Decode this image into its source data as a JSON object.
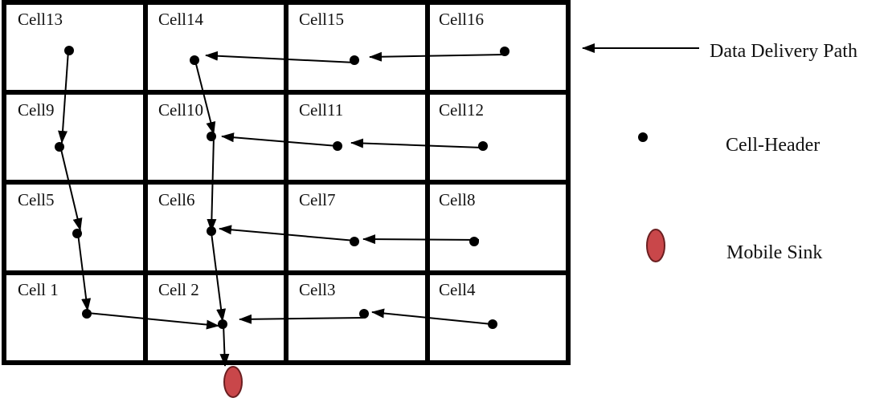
{
  "cells": [
    {
      "id": 13,
      "label": "Cell13"
    },
    {
      "id": 14,
      "label": "Cell14"
    },
    {
      "id": 15,
      "label": "Cell15"
    },
    {
      "id": 16,
      "label": "Cell16"
    },
    {
      "id": 9,
      "label": "Cell9"
    },
    {
      "id": 10,
      "label": "Cell10"
    },
    {
      "id": 11,
      "label": "Cell11"
    },
    {
      "id": 12,
      "label": "Cell12"
    },
    {
      "id": 5,
      "label": "Cell5"
    },
    {
      "id": 6,
      "label": "Cell6"
    },
    {
      "id": 7,
      "label": "Cell7"
    },
    {
      "id": 8,
      "label": "Cell8"
    },
    {
      "id": 1,
      "label": "Cell 1"
    },
    {
      "id": 2,
      "label": "Cell 2"
    },
    {
      "id": 3,
      "label": "Cell3"
    },
    {
      "id": 4,
      "label": "Cell4"
    }
  ],
  "legend": {
    "path_label": "Data Delivery Path",
    "header_label": "Cell-Header",
    "sink_label": "Mobile Sink"
  },
  "colors": {
    "grid": "#000000",
    "header_dot": "#000000",
    "arrow": "#000000",
    "sink_fill": "#c9474a",
    "sink_stroke": "#6b1f21"
  }
}
